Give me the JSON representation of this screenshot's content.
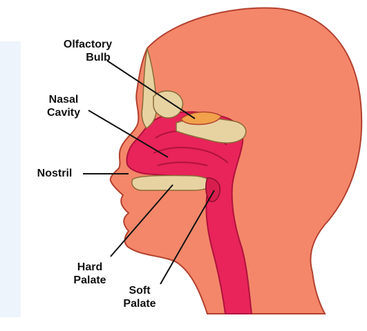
{
  "diagram": {
    "colors": {
      "skin": "#F4876A",
      "skin_outline": "#B2402E",
      "airway": "#E8245A",
      "airway_dark": "#B0123C",
      "bone": "#E7D3A2",
      "bone_outline": "#8A6A36",
      "bulb": "#F1A24B",
      "leader_line": "#111111",
      "background": "#ffffff"
    },
    "labels": {
      "olfactory_bulb": {
        "line1": "Olfactory",
        "line2": "Bulb"
      },
      "nasal_cavity": {
        "line1": "Nasal",
        "line2": "Cavity"
      },
      "nostril": {
        "line1": "Nostril"
      },
      "hard_palate": {
        "line1": "Hard",
        "line2": "Palate"
      },
      "soft_palate": {
        "line1": "Soft",
        "line2": "Palate"
      }
    }
  }
}
